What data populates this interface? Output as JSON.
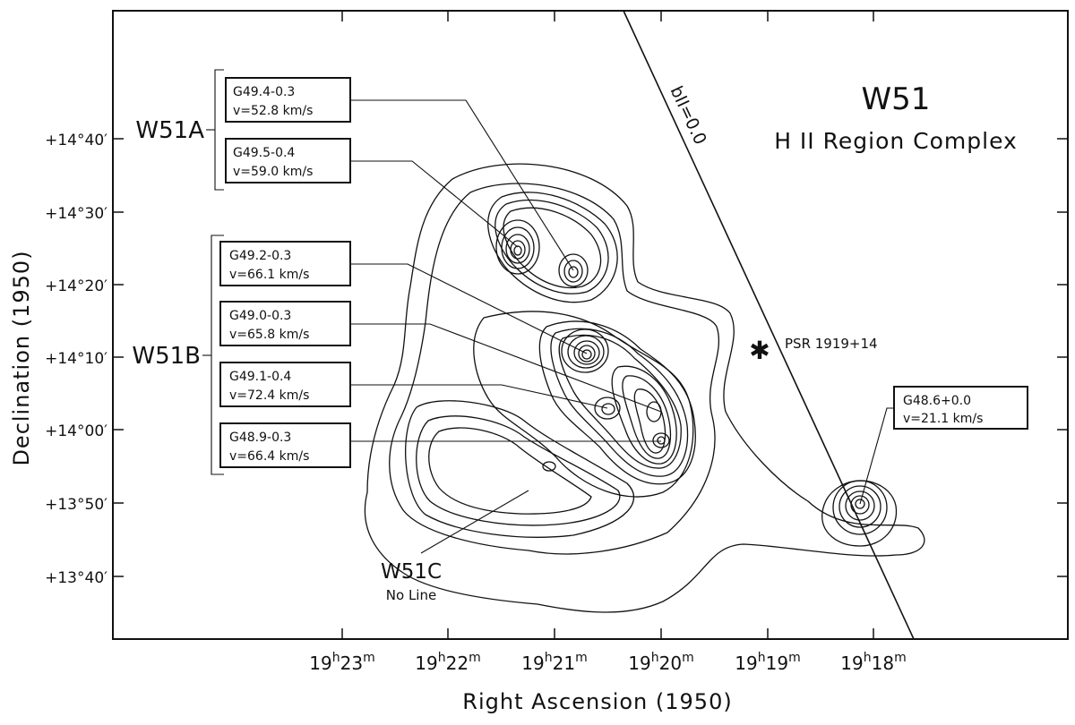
{
  "title": "W51",
  "subtitle": "H II Region Complex",
  "galactic_plane_label": "bII=0.0",
  "axes": {
    "xlabel": "Right Ascension (1950)",
    "ylabel": "Declination (1950)",
    "x_ticks": [
      {
        "h": "19",
        "m": "23"
      },
      {
        "h": "19",
        "m": "22"
      },
      {
        "h": "19",
        "m": "21"
      },
      {
        "h": "19",
        "m": "20"
      },
      {
        "h": "19",
        "m": "19"
      },
      {
        "h": "19",
        "m": "18"
      }
    ],
    "y_ticks": [
      "+14°40′",
      "+14°30′",
      "+14°20′",
      "+14°10′",
      "+14°00′",
      "+13°50′",
      "+13°40′"
    ]
  },
  "groups": {
    "w51a": "W51A",
    "w51b": "W51B"
  },
  "sources": [
    {
      "name": "G49.4-0.3",
      "velocity": "v=52.8 km/s"
    },
    {
      "name": "G49.5-0.4",
      "velocity": "v=59.0 km/s"
    },
    {
      "name": "G49.2-0.3",
      "velocity": "v=66.1 km/s"
    },
    {
      "name": "G49.0-0.3",
      "velocity": "v=65.8 km/s"
    },
    {
      "name": "G49.1-0.4",
      "velocity": "v=72.4 km/s"
    },
    {
      "name": "G48.9-0.3",
      "velocity": "v=66.4 km/s"
    },
    {
      "name": "G48.6+0.0",
      "velocity": "v=21.1 km/s"
    }
  ],
  "w51c": {
    "name": "W51C",
    "note": "No Line"
  },
  "pulsar": {
    "marker": "✱",
    "label": "PSR 1919+14"
  }
}
